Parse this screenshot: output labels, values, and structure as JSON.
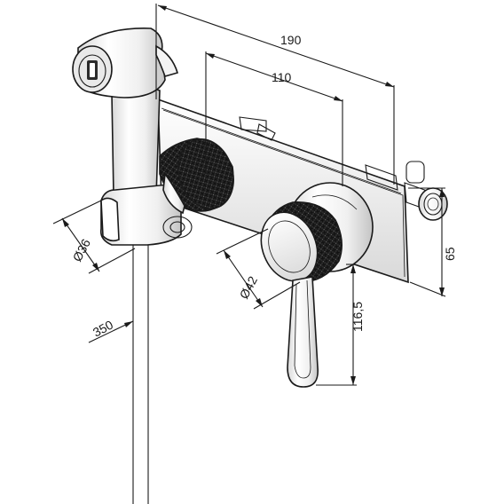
{
  "dimensions": {
    "overall_width": "190",
    "inner_width": "110",
    "plate_height": "65",
    "valve_height": "116,5",
    "hose_length": "350",
    "holder_diameter": "Ø36",
    "knob_diameter": "Ø42"
  },
  "colors": {
    "line": "#1a1a1a",
    "knurl_dark": "#1c1c1c",
    "knurl_mid": "#3a3a3a",
    "chrome_light": "#f4f4f4",
    "chrome_shade": "#cfcfcf"
  }
}
